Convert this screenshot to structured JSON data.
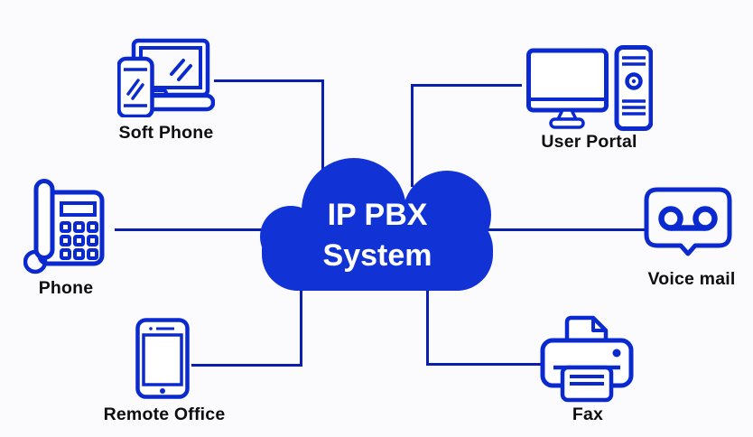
{
  "diagram": {
    "title_line1": "IP PBX",
    "title_line2": "System"
  },
  "nodes": [
    {
      "id": "soft-phone",
      "label": "Soft Phone",
      "icon": "laptop-and-smartphone-icon"
    },
    {
      "id": "user-portal",
      "label": "User Portal",
      "icon": "desktop-computer-icon"
    },
    {
      "id": "phone",
      "label": "Phone",
      "icon": "desk-phone-icon"
    },
    {
      "id": "voice-mail",
      "label": "Voice mail",
      "icon": "voicemail-bubble-icon"
    },
    {
      "id": "remote-office",
      "label": "Remote Office",
      "icon": "smartphone-icon"
    },
    {
      "id": "fax",
      "label": "Fax",
      "icon": "fax-printer-icon"
    }
  ],
  "colors": {
    "cloud_fill": "#1133d6",
    "icon_stroke": "#0a2ad0",
    "connector": "#0a1fae",
    "label": "#0d0d12",
    "background": "#fbfbfd",
    "cloud_text": "#ffffff"
  }
}
